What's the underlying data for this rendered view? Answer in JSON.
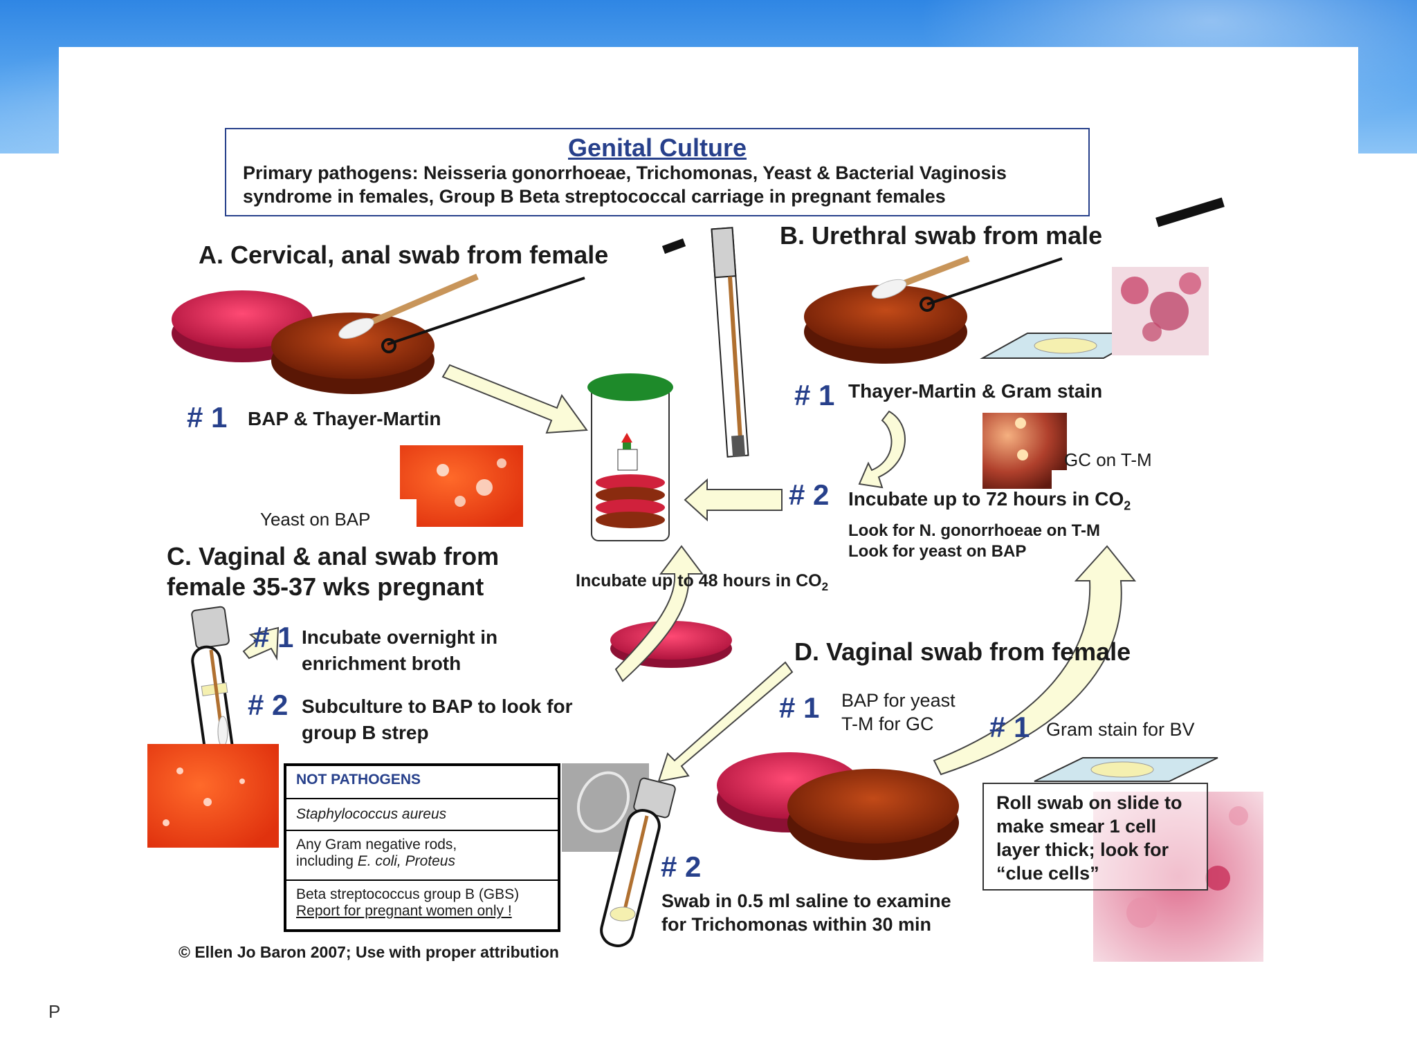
{
  "slide": {
    "page_letter": "P"
  },
  "title_box": {
    "title": "Genital Culture",
    "line1": "Primary pathogens: Neisseria gonorrhoeae, Trichomonas, Yeast & Bacterial Vaginosis",
    "line2": "syndrome in females, Group B Beta streptococcal carriage in pregnant females"
  },
  "section_a": {
    "heading": "A. Cervical, anal swab from female",
    "step1_num": "# 1",
    "step1_text": "BAP & Thayer-Martin",
    "photo_caption": "Yeast on BAP"
  },
  "section_b": {
    "heading": "B. Urethral swab from male",
    "step1_num": "# 1",
    "step1_text": "Thayer-Martin & Gram stain",
    "photo_caption": "GC on T-M",
    "step2_num": "# 2",
    "step2_text": "Incubate up to 72 hours in CO",
    "step2_sub": "2",
    "look1": "Look for N. gonorrhoeae on T-M",
    "look2": "Look for yeast on BAP"
  },
  "center": {
    "incubate_text": "Incubate up to 48 hours in CO",
    "incubate_sub": "2"
  },
  "section_c": {
    "heading_line1": "C. Vaginal & anal swab from",
    "heading_line2": "female 35-37 wks pregnant",
    "step1_num": "# 1",
    "step1_line1": "Incubate overnight in",
    "step1_line2": "enrichment broth",
    "step2_num": "# 2",
    "step2_line1": "Subculture to BAP to look for",
    "step2_line2": "group B strep"
  },
  "not_pathogens": {
    "header": "NOT PATHOGENS",
    "row1": "Staphylococcus aureus",
    "row2_line1": "Any Gram negative rods,",
    "row2_line2_prefix": "including ",
    "row2_line2_italic": "E. coli, Proteus",
    "row3_line1": "Beta streptococcus group B (GBS)",
    "row3_line2": "Report for pregnant women only !"
  },
  "section_d": {
    "heading": "D. Vaginal swab from female",
    "step1_num": "# 1",
    "step1_line1": "BAP for yeast",
    "step1_line2": "T-M for GC",
    "step1b_num": "# 1",
    "step1b_text": "Gram stain for BV",
    "step2_num": "# 2",
    "step2_line1": "Swab in 0.5 ml saline to examine",
    "step2_line2": "for Trichomonas within 30 min",
    "roll_line1": "Roll swab on slide to",
    "roll_line2": "make smear 1 cell",
    "roll_line3": "layer thick; look for",
    "roll_line4": "“clue cells”"
  },
  "credit": "© Ellen Jo Baron 2007; Use with proper attribution",
  "colors": {
    "header_band": "#4a9ae9",
    "number_blue": "#27408b",
    "plate_bap": "#d42a55",
    "plate_tm": "#8b2a0c",
    "arrow_fill": "#fbfbd8"
  }
}
